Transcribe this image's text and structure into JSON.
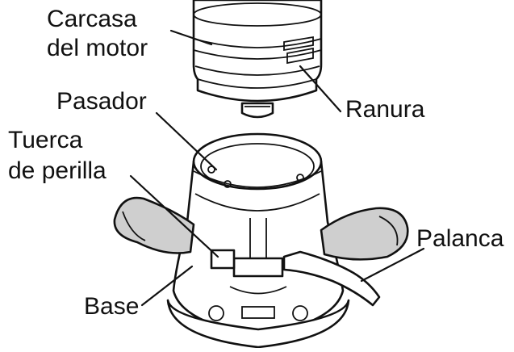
{
  "labels": {
    "motor_housing_line1": "Carcasa",
    "motor_housing_line2": "del motor",
    "pin": "Pasador",
    "groove": "Ranura",
    "knob_nut_line1": "Tuerca",
    "knob_nut_line2": "de perilla",
    "lever": "Palanca",
    "base": "Base"
  },
  "colors": {
    "ink": "#111111",
    "background": "#ffffff",
    "grip_shade": "#cfcfcf"
  }
}
